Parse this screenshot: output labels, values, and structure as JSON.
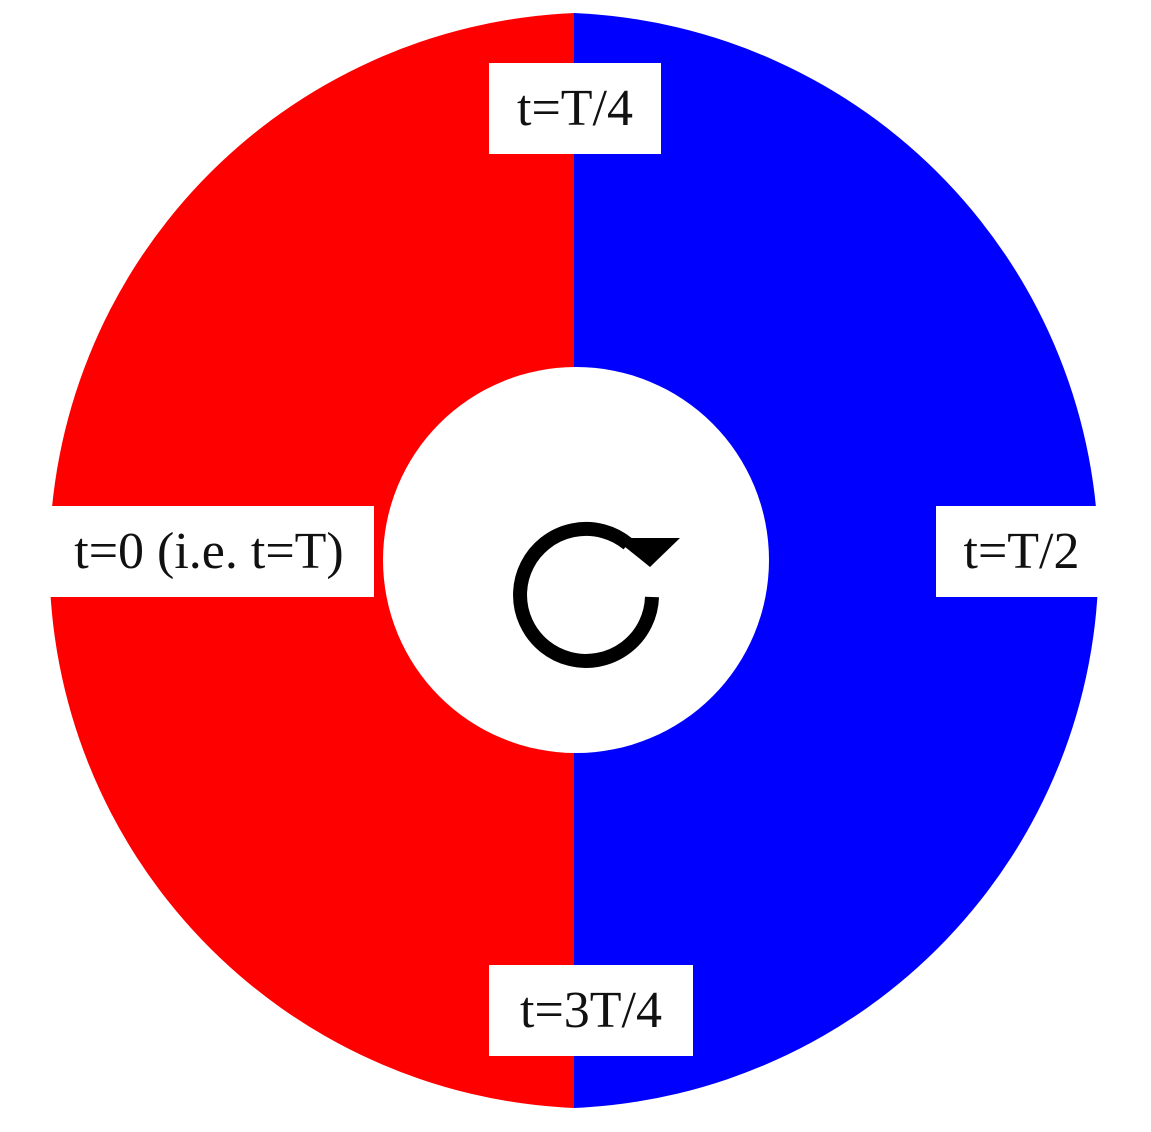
{
  "colors": {
    "left_half": "#ff0000",
    "right_half": "#0000ff",
    "center": "#ffffff",
    "arrow": "#000000",
    "label_background": "#ffffff"
  },
  "icons": {
    "rotation": "clockwise-arrow-icon"
  },
  "labels": {
    "top": "t=T/4",
    "left": "t=0 (i.e. t=T)",
    "right": "t=T/2",
    "bottom": "t=3T/4"
  }
}
